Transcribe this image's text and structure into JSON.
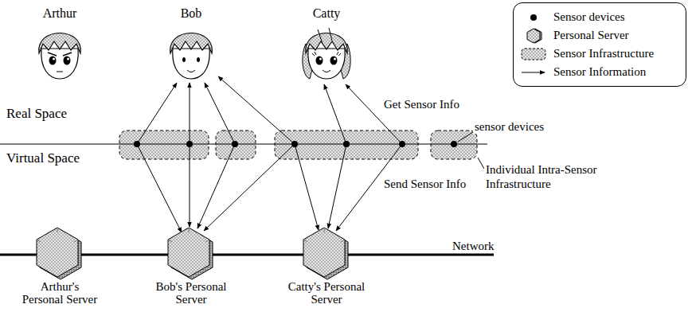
{
  "diagram": {
    "nodes": [
      {
        "text": [
          "Arthur"
        ]
      },
      {
        "text": [
          "Bob"
        ]
      },
      {
        "text": [
          "Catty"
        ]
      },
      {
        "text": [
          "Arthur's Personal Server"
        ]
      },
      {
        "text": [
          "Bob's Personal Server"
        ]
      },
      {
        "text": [
          "Catty's Personal Server"
        ]
      }
    ],
    "labels": [
      "Get Sensor Info",
      "sensor devices",
      "Real Space",
      "Virtual Space",
      "Individual Intra-Sensor Infrastructure",
      "Send Sensor Info",
      "Network"
    ],
    "legend": [
      {
        "text": "Sensor devices"
      },
      {
        "text": "Personal Server"
      },
      {
        "text": "Sensor Infrastructure"
      },
      {
        "text": "Sensor Information"
      }
    ]
  }
}
